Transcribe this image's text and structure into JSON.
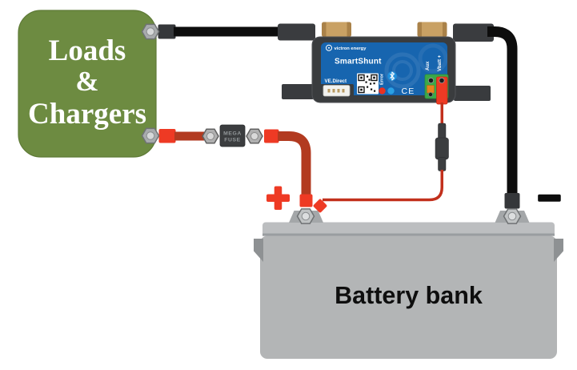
{
  "loads_box": {
    "lines": [
      "Loads",
      "&",
      "Chargers"
    ],
    "bg_color": "#6d8b41",
    "text_color": "#ffffff"
  },
  "fuse": {
    "label_line1": "MEGA",
    "label_line2": "FUSE"
  },
  "smartshunt": {
    "brand": "victron energy",
    "model": "SmartShunt",
    "port_label": "VE.Direct",
    "error_label": "Error",
    "ce_mark": "CE",
    "aux_label": "Aux",
    "vbatt_label": "Vbatt +",
    "label_color": "#1765af",
    "body_color": "#3a3c3e",
    "terminal_block_color": "#3ba94a",
    "brass_color": "#c9a164"
  },
  "battery": {
    "label": "Battery bank",
    "positive_symbol": "+",
    "negative_symbol": "−",
    "body_color": "#b3b5b6"
  },
  "colors": {
    "cable_black": "#0d0d0d",
    "cable_red_dark": "#b23a20",
    "connector_red_bright": "#ee3a24",
    "sense_wire_red": "#c2301c",
    "error_led_red": "#e93223",
    "bluetooth_blue": "#1f8fdb",
    "orange_terminal": "#e8831f"
  },
  "icons": {
    "bluetooth-icon": "ᛒ",
    "error-led": "●",
    "bluetooth-led": "●",
    "qr-code": "▦",
    "victron-logo": "◉",
    "hex-nut": "⬡"
  }
}
